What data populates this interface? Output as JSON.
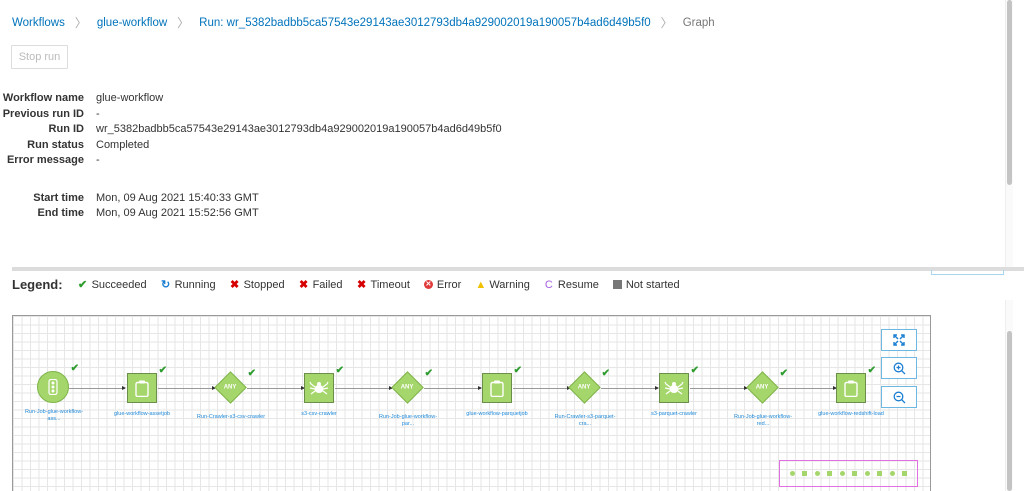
{
  "breadcrumb": [
    {
      "label": "Workflows",
      "link": true
    },
    {
      "label": "glue-workflow",
      "link": true
    },
    {
      "label": "Run: wr_5382badbb5ca57543e29143ae3012793db4a929002019a190057b4ad6d49b5f0",
      "link": true
    },
    {
      "label": "Graph",
      "link": false
    }
  ],
  "toolbar": {
    "stop_run_label": "Stop run"
  },
  "details": [
    {
      "key": "Workflow name",
      "value": "glue-workflow"
    },
    {
      "key": "Previous run ID",
      "value": "-"
    },
    {
      "key": "Run ID",
      "value": "wr_5382badbb5ca57543e29143ae3012793db4a929002019a190057b4ad6d49b5f0"
    },
    {
      "key": "Run status",
      "value": "Completed"
    },
    {
      "key": "Error message",
      "value": "-"
    },
    {
      "key": "Start time",
      "value": "Mon, 09 Aug 2021 15:40:33 GMT"
    },
    {
      "key": "End time",
      "value": "Mon, 09 Aug 2021 15:52:56 GMT"
    }
  ],
  "legend": {
    "title": "Legend:",
    "items": [
      {
        "label": "Succeeded",
        "icon": "check-icon",
        "glyph": "✔",
        "color": "#2e9c2e"
      },
      {
        "label": "Running",
        "icon": "refresh-icon",
        "glyph": "↻",
        "color": "#1a7ed1"
      },
      {
        "label": "Stopped",
        "icon": "x-icon",
        "glyph": "✖",
        "color": "#d60000"
      },
      {
        "label": "Failed",
        "icon": "x-icon",
        "glyph": "✖",
        "color": "#d60000"
      },
      {
        "label": "Timeout",
        "icon": "x-icon",
        "glyph": "✖",
        "color": "#d60000"
      },
      {
        "label": "Error",
        "icon": "error-circle-icon",
        "glyph": "✕",
        "color": "#e03a3a"
      },
      {
        "label": "Warning",
        "icon": "warning-icon",
        "glyph": "▲",
        "color": "#f2c200"
      },
      {
        "label": "Resume",
        "icon": "resume-icon",
        "glyph": "C",
        "color": "#a560e0"
      },
      {
        "label": "Not started",
        "icon": "square-icon",
        "glyph": "",
        "color": "#777777"
      }
    ]
  },
  "graph": {
    "nodes": [
      {
        "type": "trigger",
        "label": "Run-Job-glue-workflow-ass...",
        "status": "Succeeded"
      },
      {
        "type": "job",
        "label": "glue-workflow-assetjob",
        "status": "Succeeded"
      },
      {
        "type": "any",
        "label": "Run-Crawler-s3-csv-crawler",
        "status": "Succeeded",
        "text": "ANY"
      },
      {
        "type": "crawler",
        "label": "s3-csv-crawler",
        "status": "Succeeded"
      },
      {
        "type": "any",
        "label": "Run-Job-glue-workflow-par...",
        "status": "Succeeded",
        "text": "ANY"
      },
      {
        "type": "job",
        "label": "glue-workflow-parquetjob",
        "status": "Succeeded"
      },
      {
        "type": "any",
        "label": "Run-Crawler-s3-parquet-cra...",
        "status": "Succeeded",
        "text": "ANY"
      },
      {
        "type": "crawler",
        "label": "s3-parquet-crawler",
        "status": "Succeeded"
      },
      {
        "type": "any",
        "label": "Run-Job-glue-workflow-red...",
        "status": "Succeeded",
        "text": "ANY"
      },
      {
        "type": "job",
        "label": "glue-workflow-redshift-load",
        "status": "Succeeded"
      }
    ],
    "controls": [
      {
        "name": "fit-to-screen-button",
        "icon": "expand-icon"
      },
      {
        "name": "zoom-in-button",
        "icon": "zoom-in-icon"
      },
      {
        "name": "zoom-out-button",
        "icon": "zoom-out-icon"
      }
    ],
    "colors": {
      "node_fill": "#a5d66b",
      "success": "#2e9c2e",
      "label": "#1e88d8",
      "minimap_border": "#e36de3"
    }
  }
}
